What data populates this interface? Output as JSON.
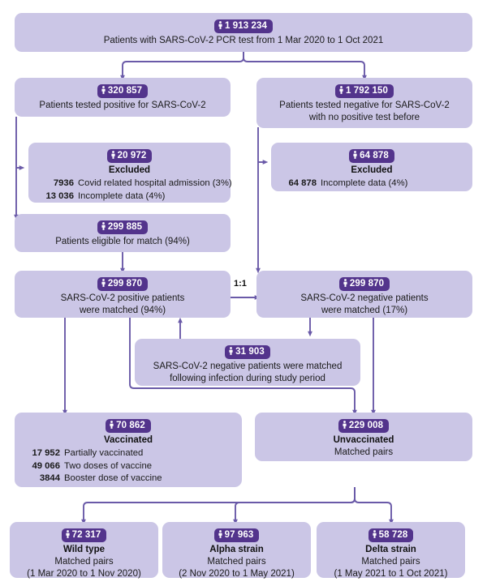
{
  "meta": {
    "colors": {
      "box_fill": "#cbc6e6",
      "badge_fill": "#53348c",
      "badge_text": "#ffffff",
      "connector": "#6a5aa8",
      "text": "#1a1a1a",
      "background": "#ffffff"
    },
    "icon_name": "person-icon"
  },
  "nodes": {
    "all_tested": {
      "count": "1 913 234",
      "title": "Patients with SARS-CoV-2 PCR test from 1 Mar 2020 to 1 Oct 2021"
    },
    "positive": {
      "count": "320 857",
      "title": "Patients tested positive for SARS-CoV-2"
    },
    "negative": {
      "count": "1 792 150",
      "title": "Patients tested negative for SARS-CoV-2\nwith no positive test before",
      "line1": "Patients tested negative for SARS-CoV-2",
      "line2": "with no positive test before"
    },
    "excluded_positive": {
      "count": "20 972",
      "header": "Excluded",
      "rows": [
        {
          "num": "7936",
          "label": "Covid related hospital admission (3%)"
        },
        {
          "num": "13 036",
          "label": "Incomplete data (4%)"
        }
      ]
    },
    "excluded_negative": {
      "count": "64 878",
      "header": "Excluded",
      "rows": [
        {
          "num": "64 878",
          "label": "Incomplete data (4%)"
        }
      ]
    },
    "eligible": {
      "count": "299 885",
      "title": "Patients eligible for match (94%)"
    },
    "positive_matched": {
      "count": "299 870",
      "line1": "SARS-CoV-2 positive patients",
      "line2": "were matched (94%)"
    },
    "negative_matched": {
      "count": "299 870",
      "line1": "SARS-CoV-2 negative patients",
      "line2": "were matched (17%)"
    },
    "reinfected": {
      "count": "31 903",
      "line1": "SARS-CoV-2 negative patients were matched",
      "line2": "following infection during study period"
    },
    "vaccinated": {
      "count": "70 862",
      "header": "Vaccinated",
      "rows": [
        {
          "num": "17 952",
          "label": "Partially vaccinated"
        },
        {
          "num": "49 066",
          "label": "Two doses of vaccine"
        },
        {
          "num": "3844",
          "label": "Booster dose of vaccine"
        }
      ]
    },
    "unvaccinated": {
      "count": "229 008",
      "header": "Unvaccinated",
      "subtitle": "Matched pairs"
    },
    "wild_type": {
      "count": "72 317",
      "header": "Wild type",
      "line1": "Matched pairs",
      "line2": "(1 Mar 2020 to 1 Nov 2020)"
    },
    "alpha": {
      "count": "97 963",
      "header": "Alpha strain",
      "line1": "Matched pairs",
      "line2": "(2 Nov 2020 to 1 May 2021)"
    },
    "delta": {
      "count": "58 728",
      "header": "Delta strain",
      "line1": "Matched pairs",
      "line2": "(1 May 2021 to 1 Oct 2021)"
    }
  },
  "labels": {
    "ratio": "1:1"
  }
}
